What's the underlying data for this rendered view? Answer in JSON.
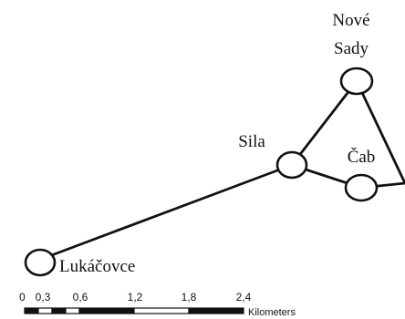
{
  "map": {
    "places": {
      "nove_sady_line1": "Nové",
      "nove_sady_line2": "Sady",
      "sila": "Sila",
      "cab": "Čab",
      "lukacovce": "Lukáčovce"
    },
    "scale_bar": {
      "ticks": [
        "0",
        "0,3",
        "0,6",
        "1,2",
        "1,8",
        "2,4"
      ],
      "unit": "Kilometers"
    },
    "colors": {
      "line": "#111111",
      "node_fill": "#ffffff",
      "scale_dark": "#111111",
      "scale_light": "#ffffff"
    }
  }
}
